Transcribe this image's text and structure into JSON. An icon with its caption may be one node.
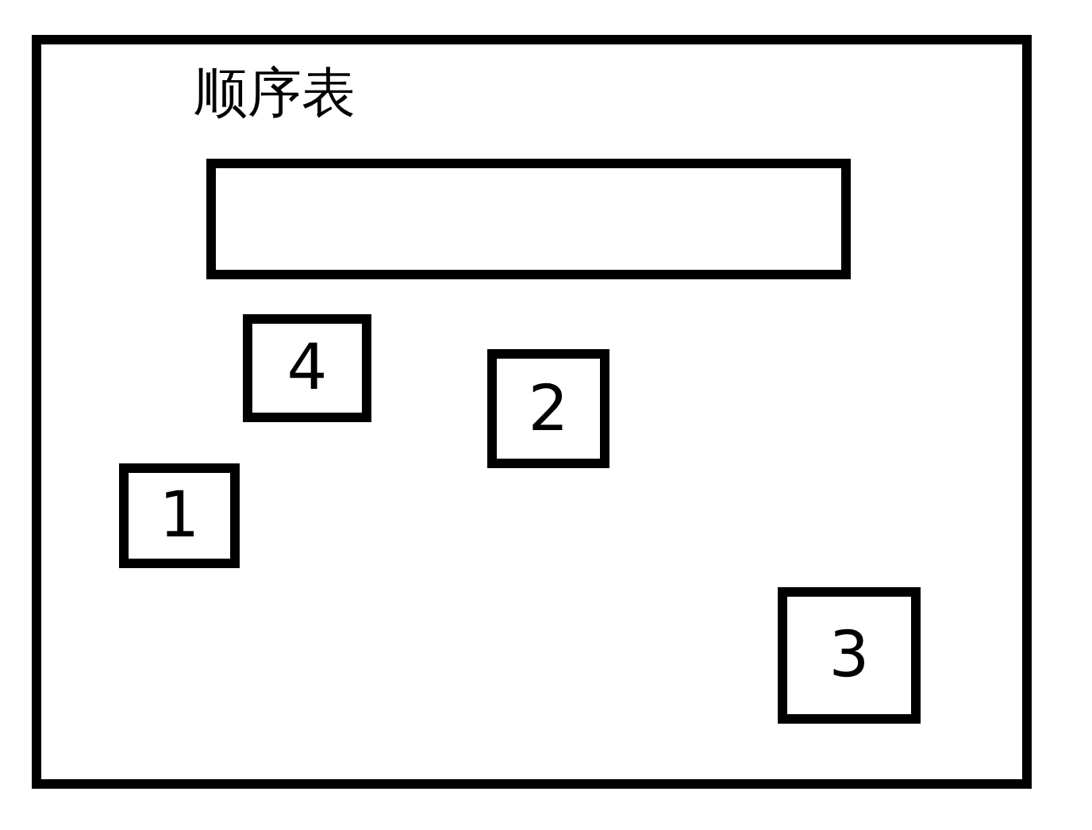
{
  "diagram": {
    "nodes": [
      {
        "text": [],
        "shape": "box"
      },
      {
        "text": [
          "顺序表"
        ],
        "in": 0
      },
      {
        "text": [
          "4"
        ],
        "in": 0
      },
      {
        "text": [
          "2"
        ],
        "in": 0
      },
      {
        "text": [
          "1"
        ],
        "in": 0
      },
      {
        "text": [
          "3"
        ],
        "in": 0
      }
    ]
  }
}
